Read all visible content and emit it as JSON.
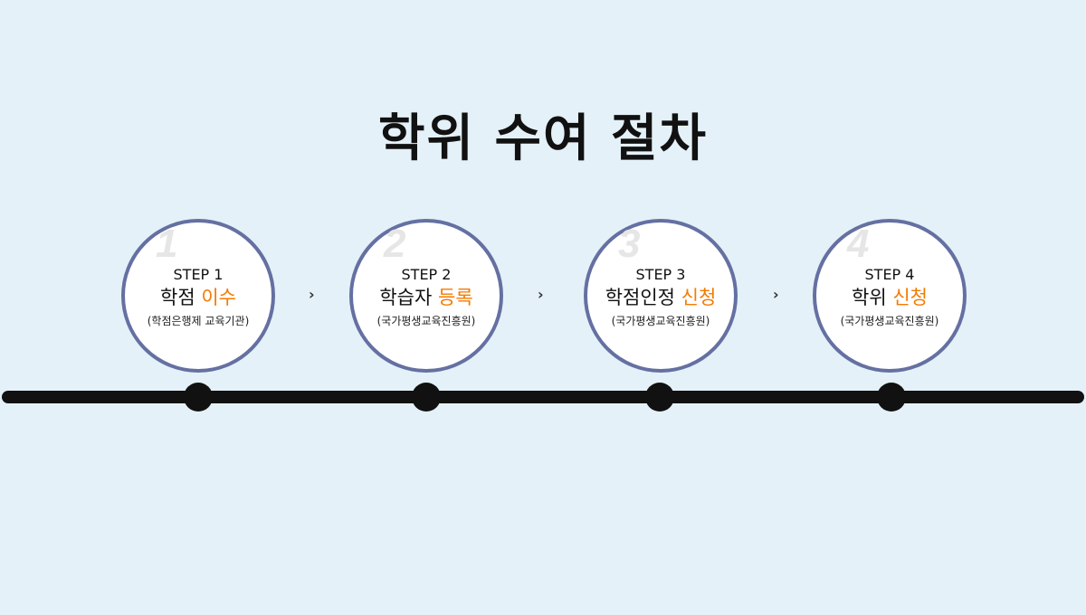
{
  "title": "학위 수여 절차",
  "steps": [
    {
      "num": "1",
      "step": "STEP 1",
      "main": "학점",
      "highlight": "이수",
      "sub": "(학점은행제 교육기관)"
    },
    {
      "num": "2",
      "step": "STEP 2",
      "main": "학습자",
      "highlight": "등록",
      "sub": "(국가평생교육진흥원)"
    },
    {
      "num": "3",
      "step": "STEP 3",
      "main": "학점인정",
      "highlight": "신청",
      "sub": "(국가평생교육진흥원)"
    },
    {
      "num": "4",
      "step": "STEP 4",
      "main": "학위",
      "highlight": "신청",
      "sub": "(국가평생교육진흥원)"
    }
  ],
  "arrow": "›",
  "colors": {
    "accent": "#f47a00",
    "border": "#6570a2",
    "background": "#e4f1f8"
  }
}
